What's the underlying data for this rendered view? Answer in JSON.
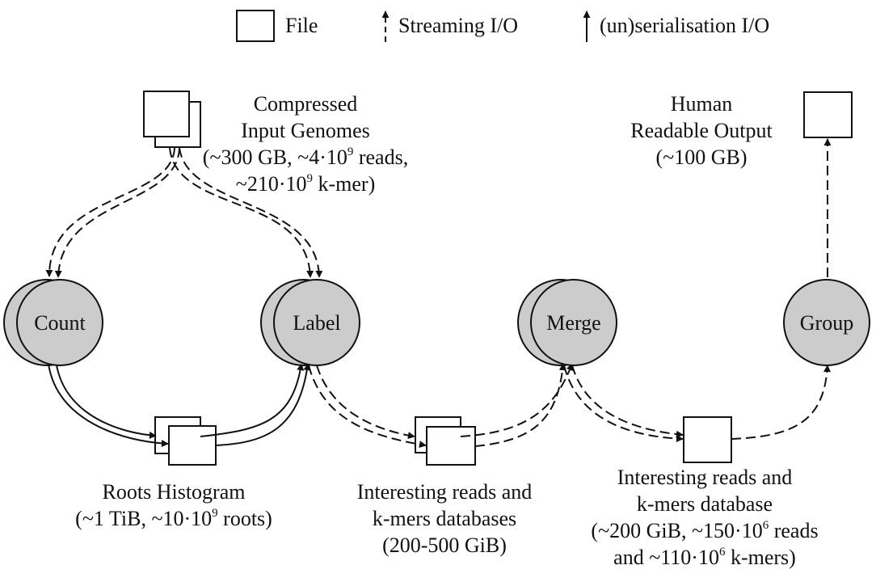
{
  "legend": {
    "file": "File",
    "streaming": "Streaming I/O",
    "serialisation": "(un)serialisation I/O"
  },
  "nodes": {
    "count": "Count",
    "label": "Label",
    "merge": "Merge",
    "group": "Group"
  },
  "labels": {
    "input": {
      "line1": "Compressed",
      "line2": "Input Genomes",
      "line3a": "(~300 GB, ~4·10",
      "line3sup": "9",
      "line3b": " reads,",
      "line4a": "~210·10",
      "line4sup": "9",
      "line4b": " k-mer)"
    },
    "output": {
      "line1": "Human",
      "line2": "Readable Output",
      "line3": "(~100 GB)"
    },
    "roots": {
      "line1": "Roots Histogram",
      "line2a": "(~1 TiB, ~10·10",
      "line2sup": "9",
      "line2b": "  roots)"
    },
    "dbs": {
      "line1": "Interesting reads and",
      "line2": "k-mers databases",
      "line3": "(200-500 GiB)"
    },
    "db": {
      "line1": "Interesting reads and",
      "line2": "k-mers database",
      "line3a": "(~200 GiB, ~150·10",
      "line3sup": "6",
      "line3b": " reads",
      "line4a": "and ~110·10",
      "line4sup": "6",
      "line4b": " k-mers)"
    }
  },
  "colors": {
    "node_fill": "#cccccc",
    "stroke": "#111111"
  }
}
